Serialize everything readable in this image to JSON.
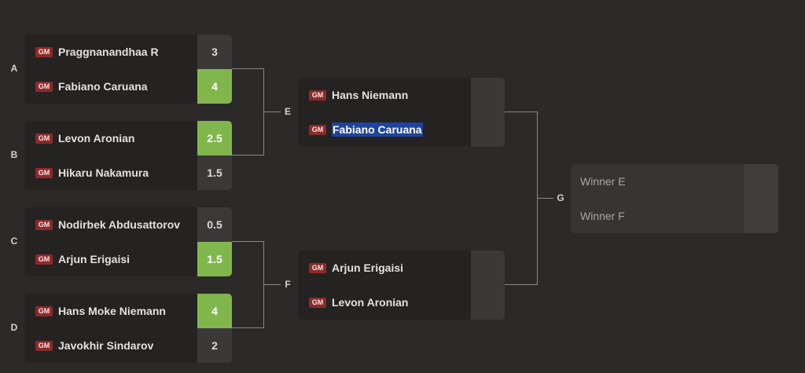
{
  "labels": {
    "a": "A",
    "b": "B",
    "c": "C",
    "d": "D",
    "e": "E",
    "f": "F",
    "g": "G"
  },
  "matches": {
    "a": {
      "p1": {
        "title": "GM",
        "name": "Praggnanandhaa R",
        "score": "3"
      },
      "p2": {
        "title": "GM",
        "name": "Fabiano Caruana",
        "score": "4"
      }
    },
    "b": {
      "p1": {
        "title": "GM",
        "name": "Levon Aronian",
        "score": "2.5"
      },
      "p2": {
        "title": "GM",
        "name": "Hikaru Nakamura",
        "score": "1.5"
      }
    },
    "c": {
      "p1": {
        "title": "GM",
        "name": "Nodirbek Abdusattorov",
        "score": "0.5"
      },
      "p2": {
        "title": "GM",
        "name": "Arjun Erigaisi",
        "score": "1.5"
      }
    },
    "d": {
      "p1": {
        "title": "GM",
        "name": "Hans Moke Niemann",
        "score": "4"
      },
      "p2": {
        "title": "GM",
        "name": "Javokhir Sindarov",
        "score": "2"
      }
    },
    "e": {
      "p1": {
        "title": "GM",
        "name": "Hans Niemann"
      },
      "p2": {
        "title": "GM",
        "name": "Fabiano Caruana"
      }
    },
    "f": {
      "p1": {
        "title": "GM",
        "name": "Arjun Erigaisi"
      },
      "p2": {
        "title": "GM",
        "name": "Levon Aronian"
      }
    },
    "g": {
      "p1": {
        "name": "Winner E"
      },
      "p2": {
        "name": "Winner F"
      }
    }
  },
  "colors": {
    "background": "#2b2a28",
    "card": "#242322",
    "score_box": "#3a3937",
    "winner_score": "#81b64c",
    "gm_badge": "#8e2a2a",
    "selection": "#1e44a0"
  }
}
